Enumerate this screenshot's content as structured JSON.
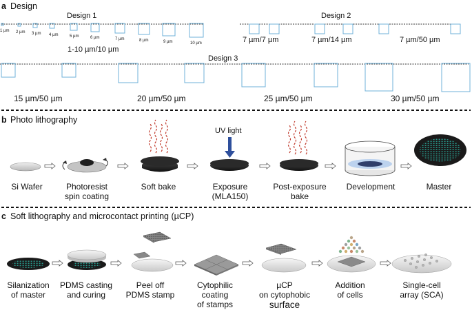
{
  "sections": {
    "a": {
      "letter": "a",
      "title": "Design"
    },
    "b": {
      "letter": "b",
      "title": "Photo lithography"
    },
    "c": {
      "letter": "c",
      "title": "Soft lithography and microcontact printing (µCP)"
    }
  },
  "design1": {
    "title": "Design 1",
    "sizes": [
      "1 µm",
      "2 µm",
      "3 µm",
      "4 µm",
      "5 µm",
      "6 µm",
      "7 µm",
      "8 µm",
      "9 µm",
      "10 µm"
    ],
    "caption": "1-10 µm/10 µm"
  },
  "design2": {
    "title": "Design 2",
    "captions": [
      "7 µm/7 µm",
      "7 µm/14 µm",
      "7 µm/50 µm"
    ]
  },
  "design3": {
    "title": "Design 3",
    "captions": [
      "15 µm/50 µm",
      "20 µm/50 µm",
      "25 µm/50 µm",
      "30 µm/50 µm"
    ]
  },
  "photolithography": {
    "uv_label": "UV light",
    "steps": [
      [
        "Si Wafer"
      ],
      [
        "Photoresist",
        "spin coating"
      ],
      [
        "Soft bake"
      ],
      [
        "Exposure",
        "(MLA150)"
      ],
      [
        "Post-exposure",
        "bake"
      ],
      [
        "Development"
      ],
      [
        "Master"
      ]
    ]
  },
  "soft_lithography": {
    "steps": [
      [
        "Silanization",
        "of master"
      ],
      [
        "PDMS casting",
        "and curing"
      ],
      [
        "Peel off",
        "PDMS stamp"
      ],
      [
        "Cytophilic",
        "coating",
        "of stamps"
      ],
      [
        "µCP",
        "on cytophobic",
        "surface"
      ],
      [
        "Addition",
        "of cells"
      ],
      [
        "Single-cell",
        "array (SCA)"
      ]
    ]
  },
  "colors": {
    "square_outline": "#6fb0d8",
    "wafer_dark": "#2b2b2b",
    "wafer_light": "#c8c8c8",
    "heat_red": "#c0392b",
    "uv_blue": "#2e4f9c",
    "pattern_teal": "#2bb3a3"
  }
}
